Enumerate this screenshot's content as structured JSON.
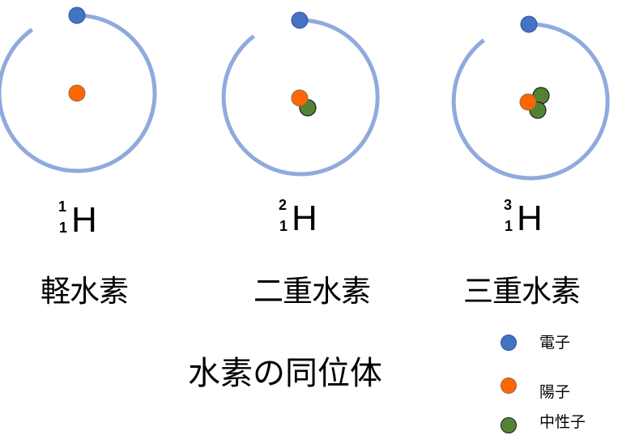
{
  "title": "水素の同位体",
  "colors": {
    "orbit": "#8faadc",
    "electron": "#4472c4",
    "proton": "#ff6600",
    "neutron": "#548235"
  },
  "isotopes": [
    {
      "name": "軽水素",
      "symbol": "H",
      "mass_number": "1",
      "atomic_number": "1",
      "protons": 1,
      "neutrons": 0,
      "electrons": 1
    },
    {
      "name": "二重水素",
      "symbol": "H",
      "mass_number": "2",
      "atomic_number": "1",
      "protons": 1,
      "neutrons": 1,
      "electrons": 1
    },
    {
      "name": "三重水素",
      "symbol": "H",
      "mass_number": "3",
      "atomic_number": "1",
      "protons": 1,
      "neutrons": 2,
      "electrons": 1
    }
  ],
  "legend": [
    {
      "label": "電子",
      "icon": "electron-dot"
    },
    {
      "label": "陽子",
      "icon": "proton-dot"
    },
    {
      "label": "中性子",
      "icon": "neutron-dot"
    }
  ]
}
